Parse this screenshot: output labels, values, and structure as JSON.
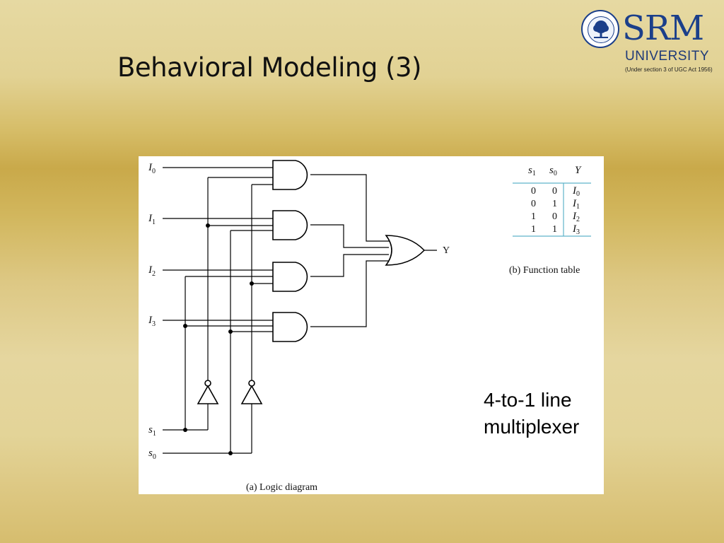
{
  "slide": {
    "title": "Behavioral Modeling (3)"
  },
  "logo": {
    "name": "SRM",
    "subname": "UNIVERSITY",
    "tagline": "(Under section 3 of UGC Act 1956)"
  },
  "diagram": {
    "inputs": [
      {
        "name": "I",
        "sub": "0"
      },
      {
        "name": "I",
        "sub": "1"
      },
      {
        "name": "I",
        "sub": "2"
      },
      {
        "name": "I",
        "sub": "3"
      }
    ],
    "selects": [
      {
        "name": "s",
        "sub": "1"
      },
      {
        "name": "s",
        "sub": "0"
      }
    ],
    "output": "Y",
    "caption_a": "(a) Logic diagram",
    "caption_b": "(b) Function table"
  },
  "function_table": {
    "headers": [
      {
        "name": "s",
        "sub": "1"
      },
      {
        "name": "s",
        "sub": "0"
      },
      {
        "name": "Y",
        "sub": ""
      }
    ],
    "rows": [
      {
        "s1": "0",
        "s0": "0",
        "y": "I",
        "ysub": "0"
      },
      {
        "s1": "0",
        "s0": "1",
        "y": "I",
        "ysub": "1"
      },
      {
        "s1": "1",
        "s0": "0",
        "y": "I",
        "ysub": "2"
      },
      {
        "s1": "1",
        "s0": "1",
        "y": "I",
        "ysub": "3"
      }
    ]
  },
  "caption": {
    "line1": "4-to-1 line",
    "line2": "multiplexer"
  },
  "colors": {
    "brand": "#1b3f8a",
    "table_rule": "#5fb3c9"
  }
}
